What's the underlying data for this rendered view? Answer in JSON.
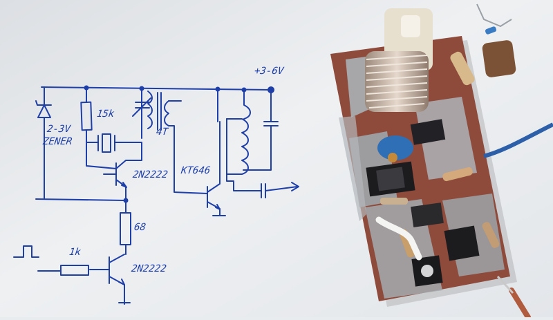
{
  "photo": {
    "colors": {
      "paper": "#eceef1",
      "ink": "#1f3fa8",
      "pcb": "#8e4a3a",
      "solder": "#aab0b5",
      "coil_wire": "#c9b6a4",
      "coil_former": "#e8e0cf",
      "capacitor_blue": "#2f6fb5",
      "cable_blue": "#2c5fa8",
      "ic_black": "#1c1c1f"
    }
  },
  "schematic": {
    "supply_label": "+3-6V",
    "zener_label_line1": "2-3V",
    "zener_label_line2": "ZENER",
    "resistor_15k": "15k",
    "transformer_turns": "4T",
    "q1_label": "2N2222",
    "q_out_label": "KT646",
    "resistor_68": "68",
    "resistor_1k": "1k",
    "q2_label": "2N2222"
  }
}
